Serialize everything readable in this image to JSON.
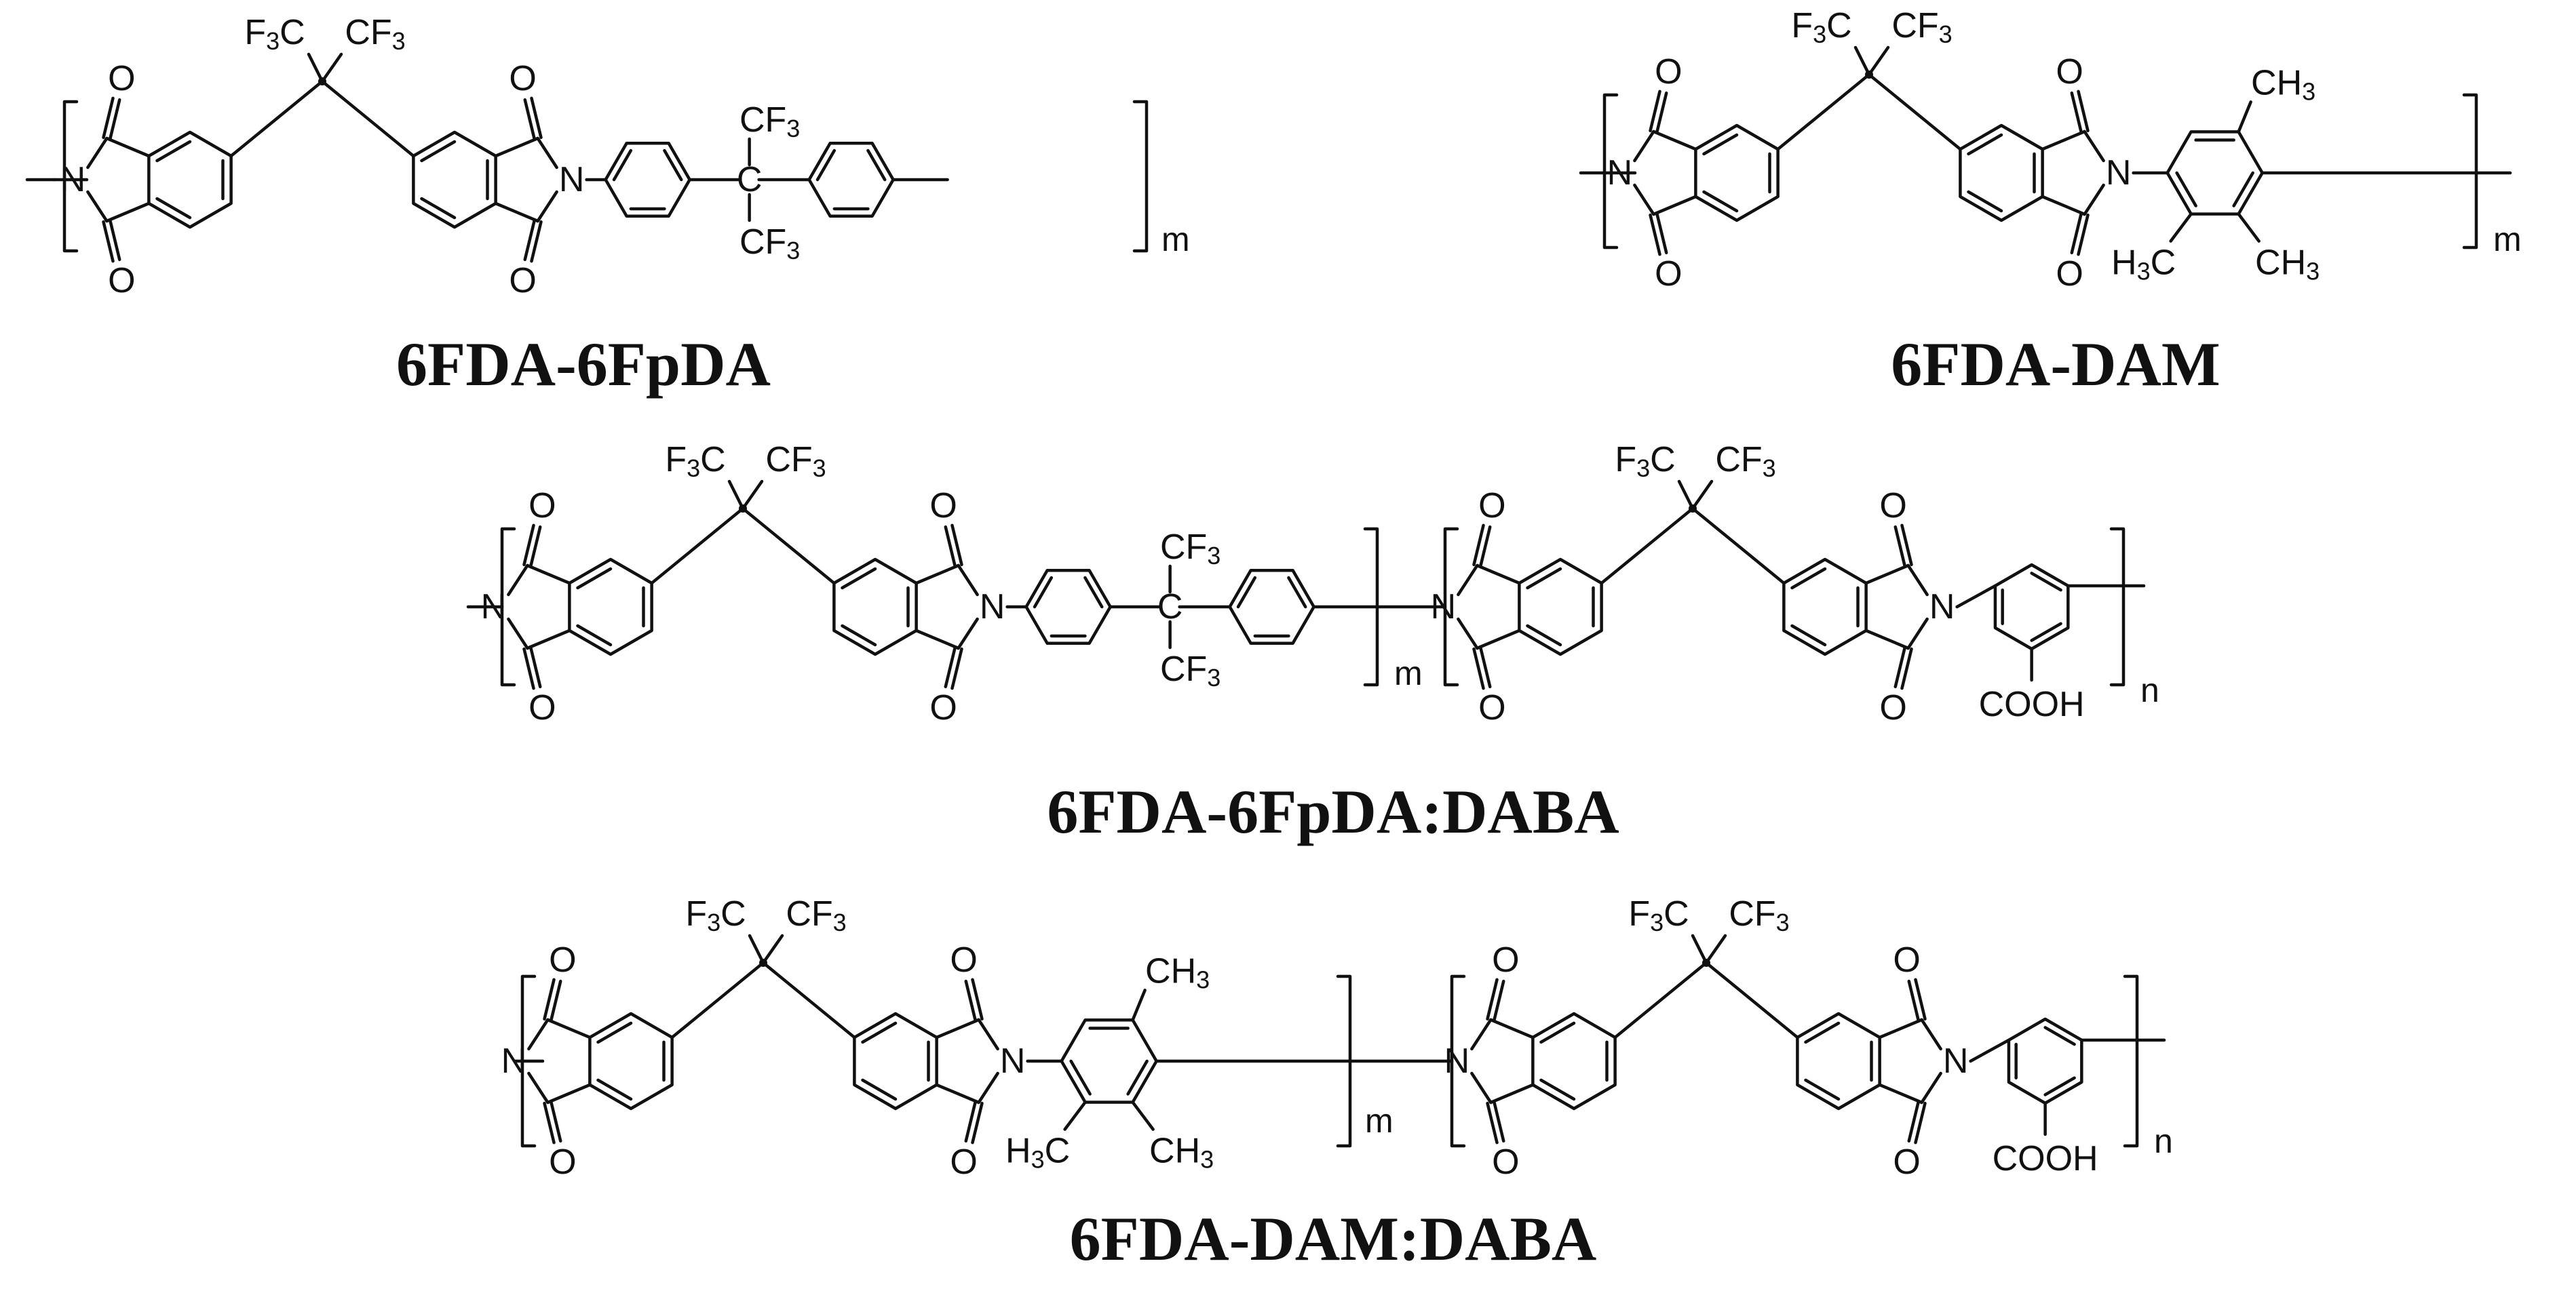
{
  "atoms": {
    "o": "O",
    "n": "N",
    "c": "C",
    "cf3": "CF",
    "f3": "F",
    "three": "3",
    "ch3": "CH",
    "h3c_h": "H",
    "h3c_c": "C",
    "cooh": "COOH"
  },
  "repeat": {
    "m": "m",
    "n": "n"
  },
  "structures": [
    {
      "id": "s1",
      "label": "6FDA-6FpDA"
    },
    {
      "id": "s2",
      "label": "6FDA-DAM"
    },
    {
      "id": "s3",
      "label": "6FDA-6FpDA:DABA"
    },
    {
      "id": "s4",
      "label": "6FDA-DAM:DABA"
    }
  ],
  "colors": {
    "ink": "#111111",
    "background": "#ffffff"
  }
}
